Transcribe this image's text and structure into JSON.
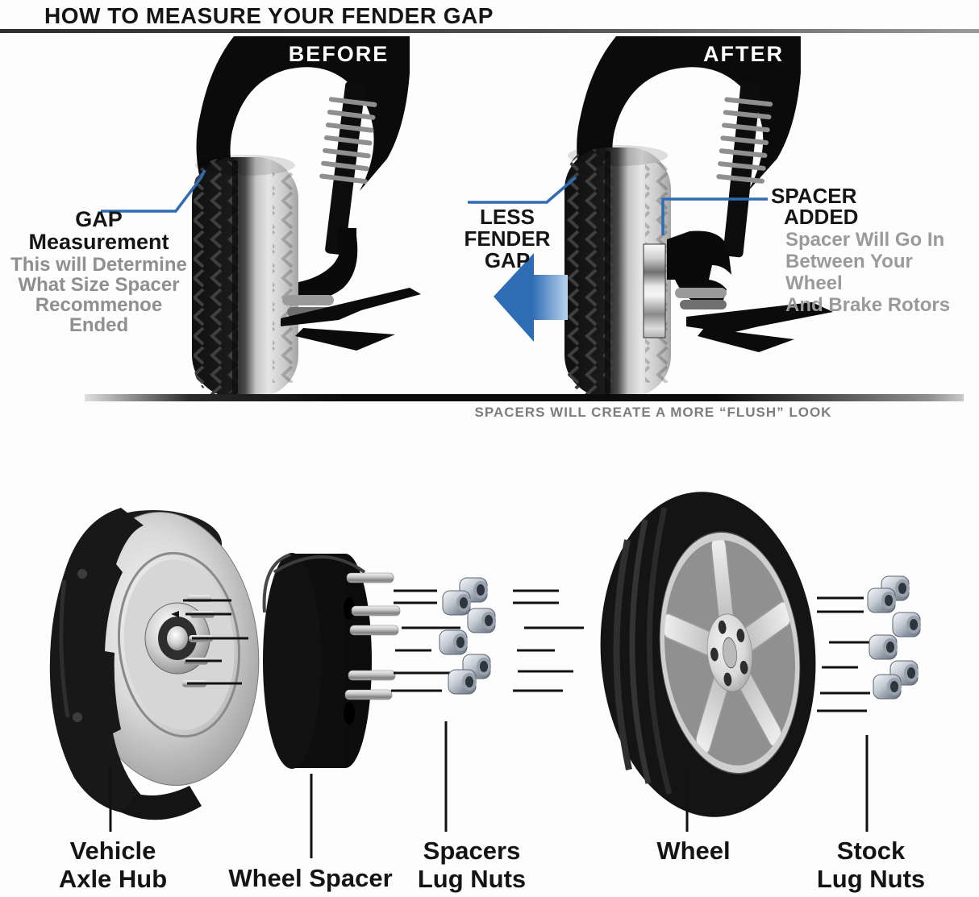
{
  "title": "HOW TO MEASURE YOUR FENDER GAP",
  "diagram": {
    "before_label": "BEFORE",
    "after_label": "AFTER",
    "gap_callout": {
      "heading": "GAP\nMeasurement",
      "body": "This will Determine\nWhat Size Spacer\nRecommenoe Ended"
    },
    "less_gap_label": "LESS\nFENDER GAP",
    "spacer_callout": {
      "heading_line1": "SPACER",
      "heading_line2": "ADDED",
      "body": "Spacer Will Go In\nBetween Your Wheel\nAnd Brake Rotors"
    },
    "footer_note": "SPACERS WILL CREATE A MORE “FLUSH” LOOK"
  },
  "exploded_view": {
    "labels": {
      "axle_hub": "Vehicle\nAxle Hub",
      "wheel_spacer": "Wheel Spacer",
      "spacers_lug_nuts": "Spacers\nLug Nuts",
      "wheel": "Wheel",
      "stock_lug_nuts": "Stock\nLug Nuts"
    }
  },
  "colors": {
    "accent_blue": "#2e6db4",
    "muted_gray": "#8f8f8f",
    "ink": "#141414"
  }
}
